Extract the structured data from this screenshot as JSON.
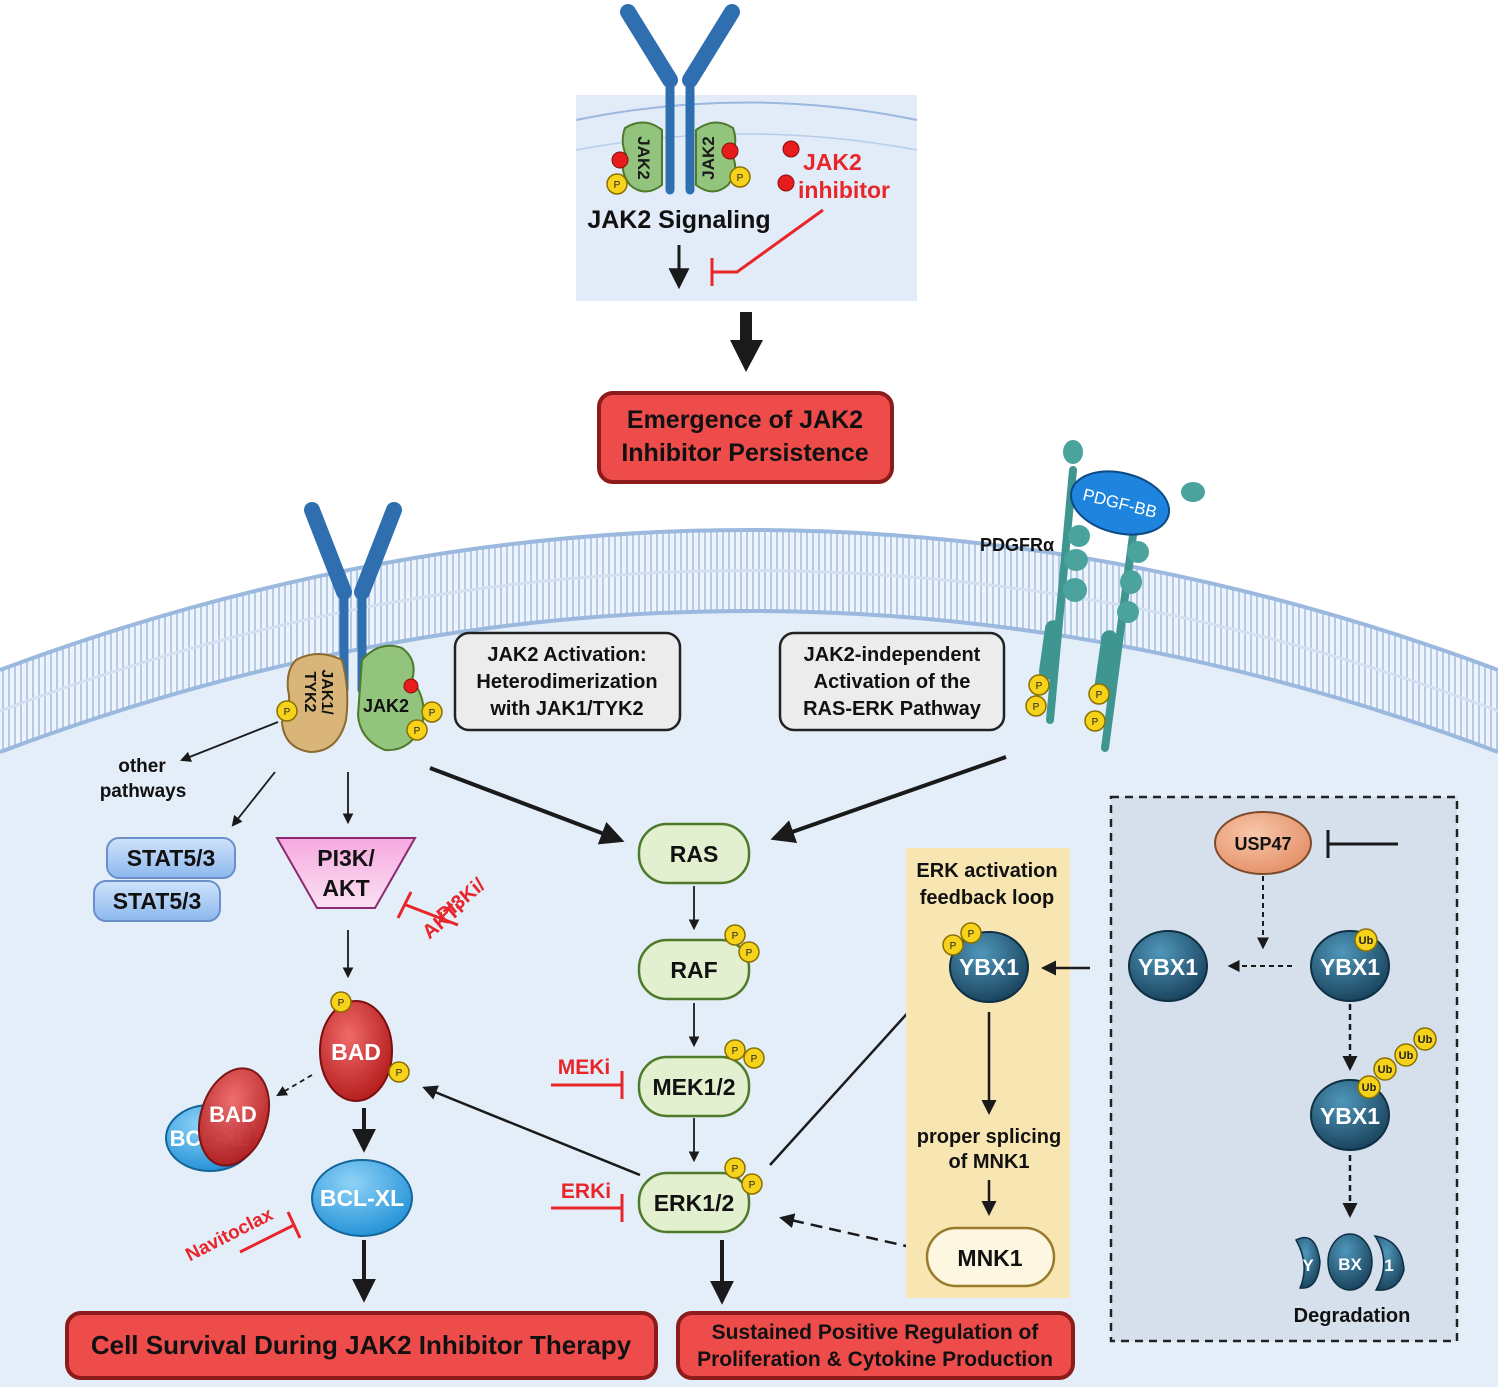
{
  "top_panel": {
    "jak2_left": "JAK2",
    "jak2_right": "JAK2",
    "p": "P",
    "signaling": "JAK2 Signaling",
    "inhibitor_line1": "JAK2",
    "inhibitor_line2": "inhibitor"
  },
  "persistence_box": {
    "line1": "Emergence of JAK2",
    "line2": "Inhibitor Persistence"
  },
  "receptor": {
    "jak1_line1": "JAK1/",
    "jak1_line2": "TYK2",
    "jak2": "JAK2",
    "pdgfra": "PDGFRα",
    "pdgf_bb": "PDGF-BB"
  },
  "callouts": {
    "heterodimer": [
      "JAK2 Activation:",
      "Heterodimerization",
      "with JAK1/TYK2"
    ],
    "independent": [
      "JAK2-independent",
      "Activation of the",
      "RAS-ERK Pathway"
    ]
  },
  "left_branch": {
    "other_pathways": [
      "other",
      "pathways"
    ],
    "stat_top": "STAT5/3",
    "stat_bottom": "STAT5/3",
    "pi3k": [
      "PI3K/",
      "AKT"
    ],
    "pi3ki": [
      "PI3Ki/",
      "AKTi"
    ],
    "bad": "BAD",
    "bad_complex_bad": "BAD",
    "bad_complex_bclxl": "BCL-XL",
    "bclxl": "BCL-XL",
    "navitoclax": "Navitoclax"
  },
  "ras_erk": {
    "ras": "RAS",
    "raf": "RAF",
    "mek": "MEK1/2",
    "erk": "ERK1/2",
    "meki": "MEKi",
    "erki": "ERKi"
  },
  "feedback": {
    "title": [
      "ERK activation",
      "feedback loop"
    ],
    "ybx1": "YBX1",
    "splicing": [
      "proper splicing",
      "of MNK1"
    ],
    "mnk1": "MNK1"
  },
  "usp47_panel": {
    "usp47": "USP47",
    "ybx1_free": "YBX1",
    "ybx1_ub": "YBX1",
    "ybx1_polyub": "YBX1",
    "ub": "Ub",
    "fragments": [
      "Y",
      "BX",
      "1"
    ],
    "degradation": "Degradation"
  },
  "outcomes": {
    "survival": "Cell Survival During JAK2 Inhibitor Therapy",
    "proliferation": [
      "Sustained Positive Regulation of",
      "Proliferation & Cytokine Production"
    ]
  },
  "colors": {
    "red_accent": "#e8262a",
    "outcome_fill": "#ee4b4b",
    "outcome_border": "#8c1b1b",
    "receptor_blue": "#2f6fb0",
    "green_node": "#e3f0d0",
    "green_border": "#4e7a2a",
    "ybx1_teal": "#1d4f6c",
    "phospho_yellow": "#f6d31a",
    "cytoplasm": "#e4eef9"
  }
}
